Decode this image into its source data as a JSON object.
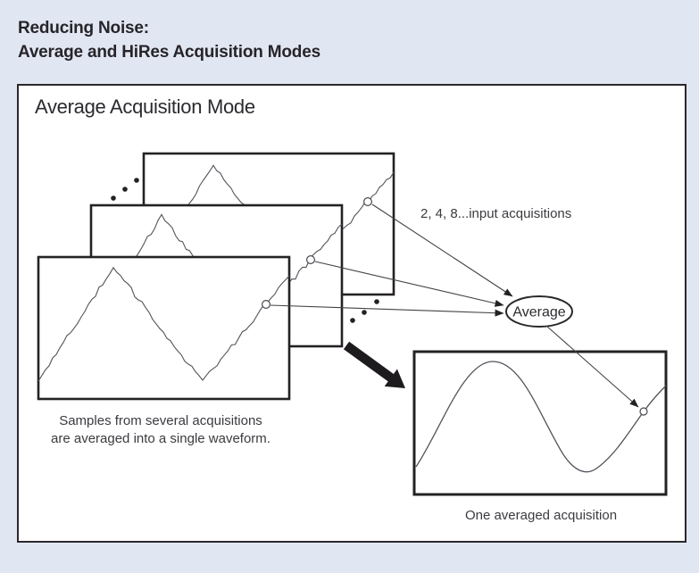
{
  "page": {
    "background_color": "#e1e7f2",
    "ink_color": "#27242a",
    "title": {
      "line1": "Reducing Noise:",
      "line2": "Average and HiRes Acquisition Modes"
    }
  },
  "panel": {
    "heading": "Average Acquisition Mode",
    "background_color": "#ffffff",
    "border_color": "#2a272b"
  },
  "diagram": {
    "input_acquisitions_label": "2, 4, 8...input acquisitions",
    "average_node_label": "Average",
    "samples_caption": {
      "line1": "Samples from several acquisitions",
      "line2": "are averaged into a single waveform."
    },
    "output_caption": "One averaged acquisition",
    "icons": {
      "sample_point": "circle-marker-icon",
      "more_acquisitions": "ellipsis-dots-icon",
      "transform": "thick-arrow-icon"
    }
  }
}
